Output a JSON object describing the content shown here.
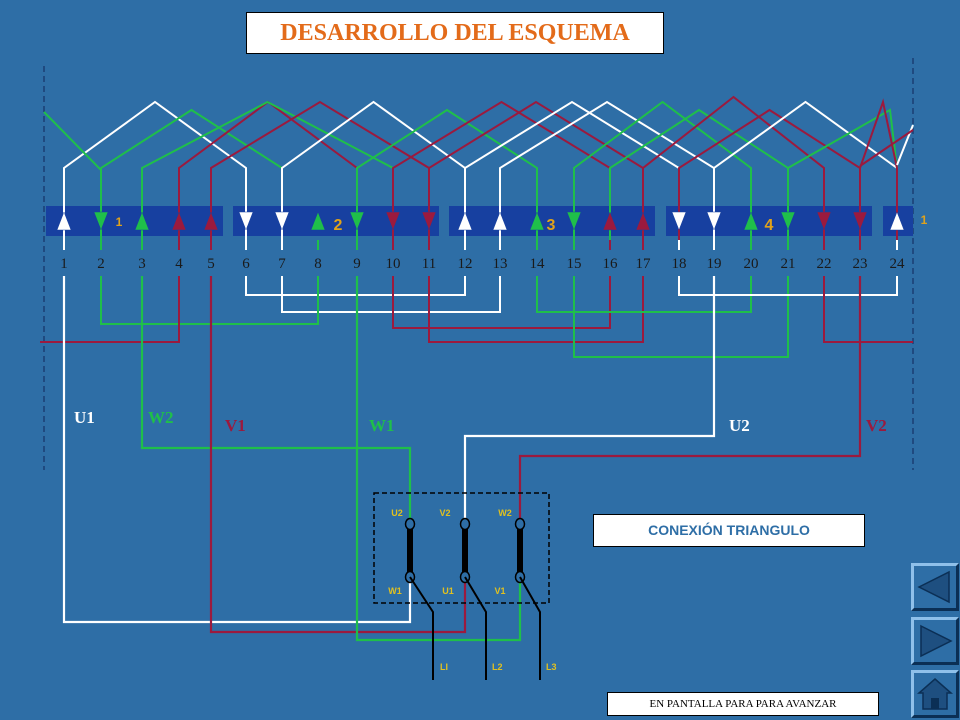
{
  "title": "DESARROLLO DEL ESQUEMA",
  "connection_label": "CONEXIÓN   TRIANGULO",
  "footer_text": "EN PANTALLA PARA  PARA  AVANZAR",
  "slot_numbers": [
    "1",
    "2",
    "3",
    "4",
    "5",
    "6",
    "7",
    "8",
    "9",
    "10",
    "11",
    "12",
    "13",
    "14",
    "15",
    "16",
    "17",
    "18",
    "19",
    "20",
    "21",
    "22",
    "23",
    "24"
  ],
  "pole_numbers": [
    "1",
    "2",
    "3",
    "4",
    "1"
  ],
  "phase_labels": {
    "u1": "U1",
    "w2": "W2",
    "v1": "V1",
    "w1": "W1",
    "u2": "U2",
    "v2": "V2"
  },
  "terminal_top": [
    "U2",
    "V2",
    "W2"
  ],
  "terminal_bottom": [
    "W1",
    "U1",
    "V1"
  ],
  "line_labels": [
    "LI",
    "L2",
    "L3"
  ],
  "colors": {
    "background": "#2e6ea6",
    "phase_u": "#ffffff",
    "phase_v": "#9b1a3e",
    "phase_w": "#1fbf4a",
    "pole_bar": "#1740a0",
    "title_text": "#e36b1a"
  },
  "nav_buttons": [
    "previous-icon",
    "next-icon",
    "home-icon"
  ]
}
